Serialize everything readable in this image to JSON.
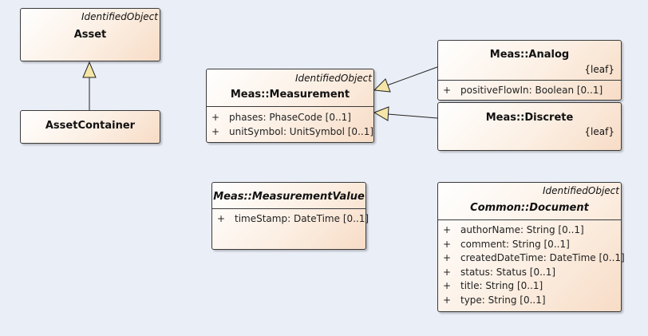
{
  "classes": {
    "asset": {
      "stereotype": "IdentifiedObject",
      "name": "Asset"
    },
    "asset_container": {
      "name": "AssetContainer"
    },
    "measurement": {
      "stereotype": "IdentifiedObject",
      "name": "Meas::Measurement",
      "attributes": [
        {
          "visibility": "+",
          "text": "phases: PhaseCode [0..1]"
        },
        {
          "visibility": "+",
          "text": "unitSymbol: UnitSymbol [0..1]"
        }
      ]
    },
    "analog": {
      "name": "Meas::Analog",
      "tag": "{leaf}",
      "attributes": [
        {
          "visibility": "+",
          "text": "positiveFlowIn: Boolean [0..1]"
        }
      ]
    },
    "discrete": {
      "name": "Meas::Discrete",
      "tag": "{leaf}"
    },
    "measurement_value": {
      "name": "Meas::MeasurementValue",
      "attributes": [
        {
          "visibility": "+",
          "text": "timeStamp: DateTime [0..1]"
        }
      ]
    },
    "document": {
      "stereotype": "IdentifiedObject",
      "name": "Common::Document",
      "attributes": [
        {
          "visibility": "+",
          "text": "authorName: String [0..1]"
        },
        {
          "visibility": "+",
          "text": "comment: String [0..1]"
        },
        {
          "visibility": "+",
          "text": "createdDateTime: DateTime [0..1]"
        },
        {
          "visibility": "+",
          "text": "status: Status [0..1]"
        },
        {
          "visibility": "+",
          "text": "title: String [0..1]"
        },
        {
          "visibility": "+",
          "text": "type: String [0..1]"
        }
      ]
    }
  },
  "colors": {
    "canvas": "#eaeef6",
    "border": "#3a3a3a",
    "arrow_fill": "#f5e6a8"
  }
}
